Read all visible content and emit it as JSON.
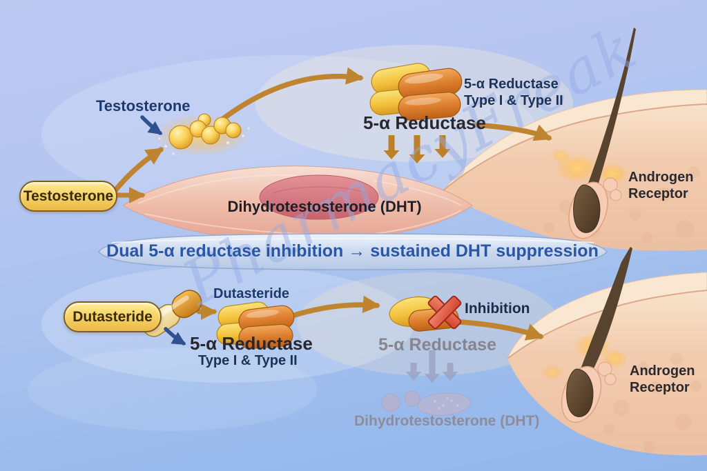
{
  "watermark": "PharmacyFreak",
  "colors": {
    "background_top": "#bec9f2",
    "background_bottom": "#92b6ea",
    "arrow_gold": "#bf8430",
    "arrow_blue": "#2f5190",
    "navy_text": "#1c3a6e",
    "dark_text": "#28272f",
    "gray_text": "#85848f",
    "banner_text": "#2a56a6",
    "pill_yellow": "#f6d468",
    "enzyme_yellow": "#f2c445",
    "enzyme_orange": "#d97c2c",
    "inhibit_red": "#d84a38",
    "muscle_pink": "#f0bca9",
    "skin_peach": "#f2cbae",
    "hair_brown": "#57432e"
  },
  "top_pathway": {
    "substrate_pill": "Testosterone",
    "substrate_annotation": "Testosterone",
    "enzyme_bold_label": "5-α Reductase",
    "enzyme_type_line1": "5-α Reductase",
    "enzyme_type_line2": "Type I & Type II",
    "product_label": "Dihydrotestosterone (DHT)",
    "receptor_line1": "Androgen",
    "receptor_line2": "Receptor"
  },
  "banner": {
    "text": "Dual 5-α reductase inhibition → sustained DHT suppression"
  },
  "bottom_pathway": {
    "drug_pill": "Dutasteride",
    "drug_annotation": "Dutasteride",
    "enzyme_bold_label": "5-α Reductase",
    "enzyme_type_line": "Type I & Type II",
    "inhibition_label": "Inhibition",
    "enzyme_gray_label": "5-α Reductase",
    "product_label_faded": "Dihydrotestosterone (DHT)",
    "receptor_line1": "Androgen",
    "receptor_line2": "Receptor"
  }
}
